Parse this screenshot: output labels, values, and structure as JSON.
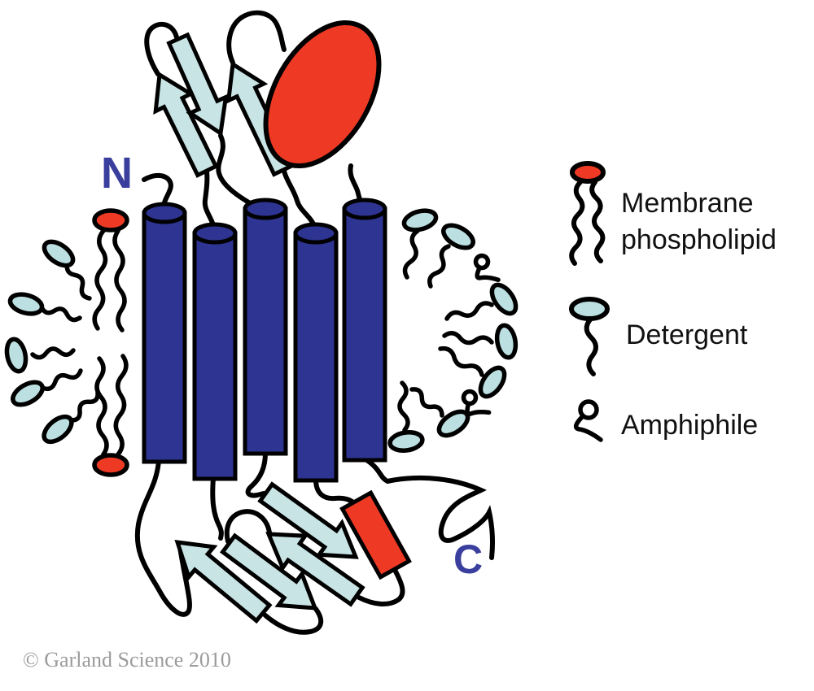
{
  "figure": {
    "n_label": "N",
    "c_label": "C",
    "copyright": "© Garland Science 2010"
  },
  "legend": {
    "items": [
      {
        "name": "membrane-phospholipid",
        "line1": "Membrane",
        "line2": "phospholipid"
      },
      {
        "name": "detergent",
        "line1": "Detergent",
        "line2": ""
      },
      {
        "name": "amphiphile",
        "line1": "Amphiphile",
        "line2": ""
      }
    ]
  },
  "colors": {
    "helix": "#2E3492",
    "accent_red": "#EE3A24",
    "strand": "#C9E4E5",
    "detergent_head": "#BCDFE1",
    "outline": "#000000",
    "terminus_label": "#3A3F9E",
    "copyright": "#9B9B9B",
    "background": "#FFFFFF"
  }
}
